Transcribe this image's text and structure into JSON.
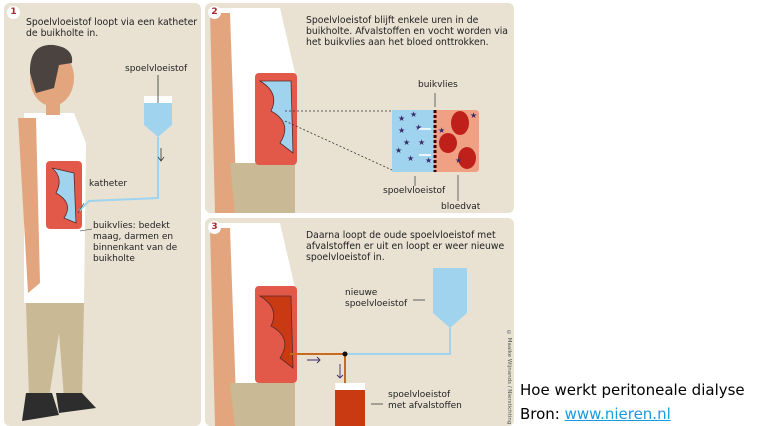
{
  "panel1": {
    "number": "1",
    "text": "Spoelvloeistof loopt via een katheter de buikholte in.",
    "label_fluid": "spoelvloeistof",
    "label_catheter": "katheter",
    "label_peritoneum": "buikvlies: bedekt maag, darmen en binnenkant van de buikholte"
  },
  "panel2": {
    "number": "2",
    "text": "Spoelvloeistof blijft enkele uren in de buikholte. Afvalstoffen en vocht worden via het buikvlies aan het bloed onttrokken.",
    "label_peritoneum": "buikvlies",
    "label_fluid": "spoelvloeistof",
    "label_vessel": "bloedvat"
  },
  "panel3": {
    "number": "3",
    "text": "Daarna loopt de oude spoelvloeistof met afvalstoffen er uit en loopt er weer nieuwe spoelvloeistof in.",
    "label_new": "nieuwe spoelvloeistof",
    "label_waste": "spoelvloeistof met afvalstoffen"
  },
  "copyright": "© Maaike Wijnands / Nierstichting",
  "caption": {
    "title": "Hoe werkt peritoneale dialyse",
    "source_prefix": "Bron: ",
    "source_link": "www.nieren.nl"
  },
  "colors": {
    "fluid": "#9fd3ee",
    "blood": "#e2594a",
    "waste": "#c93a12",
    "background": "#e9e2d3",
    "link": "#1a9be0"
  }
}
